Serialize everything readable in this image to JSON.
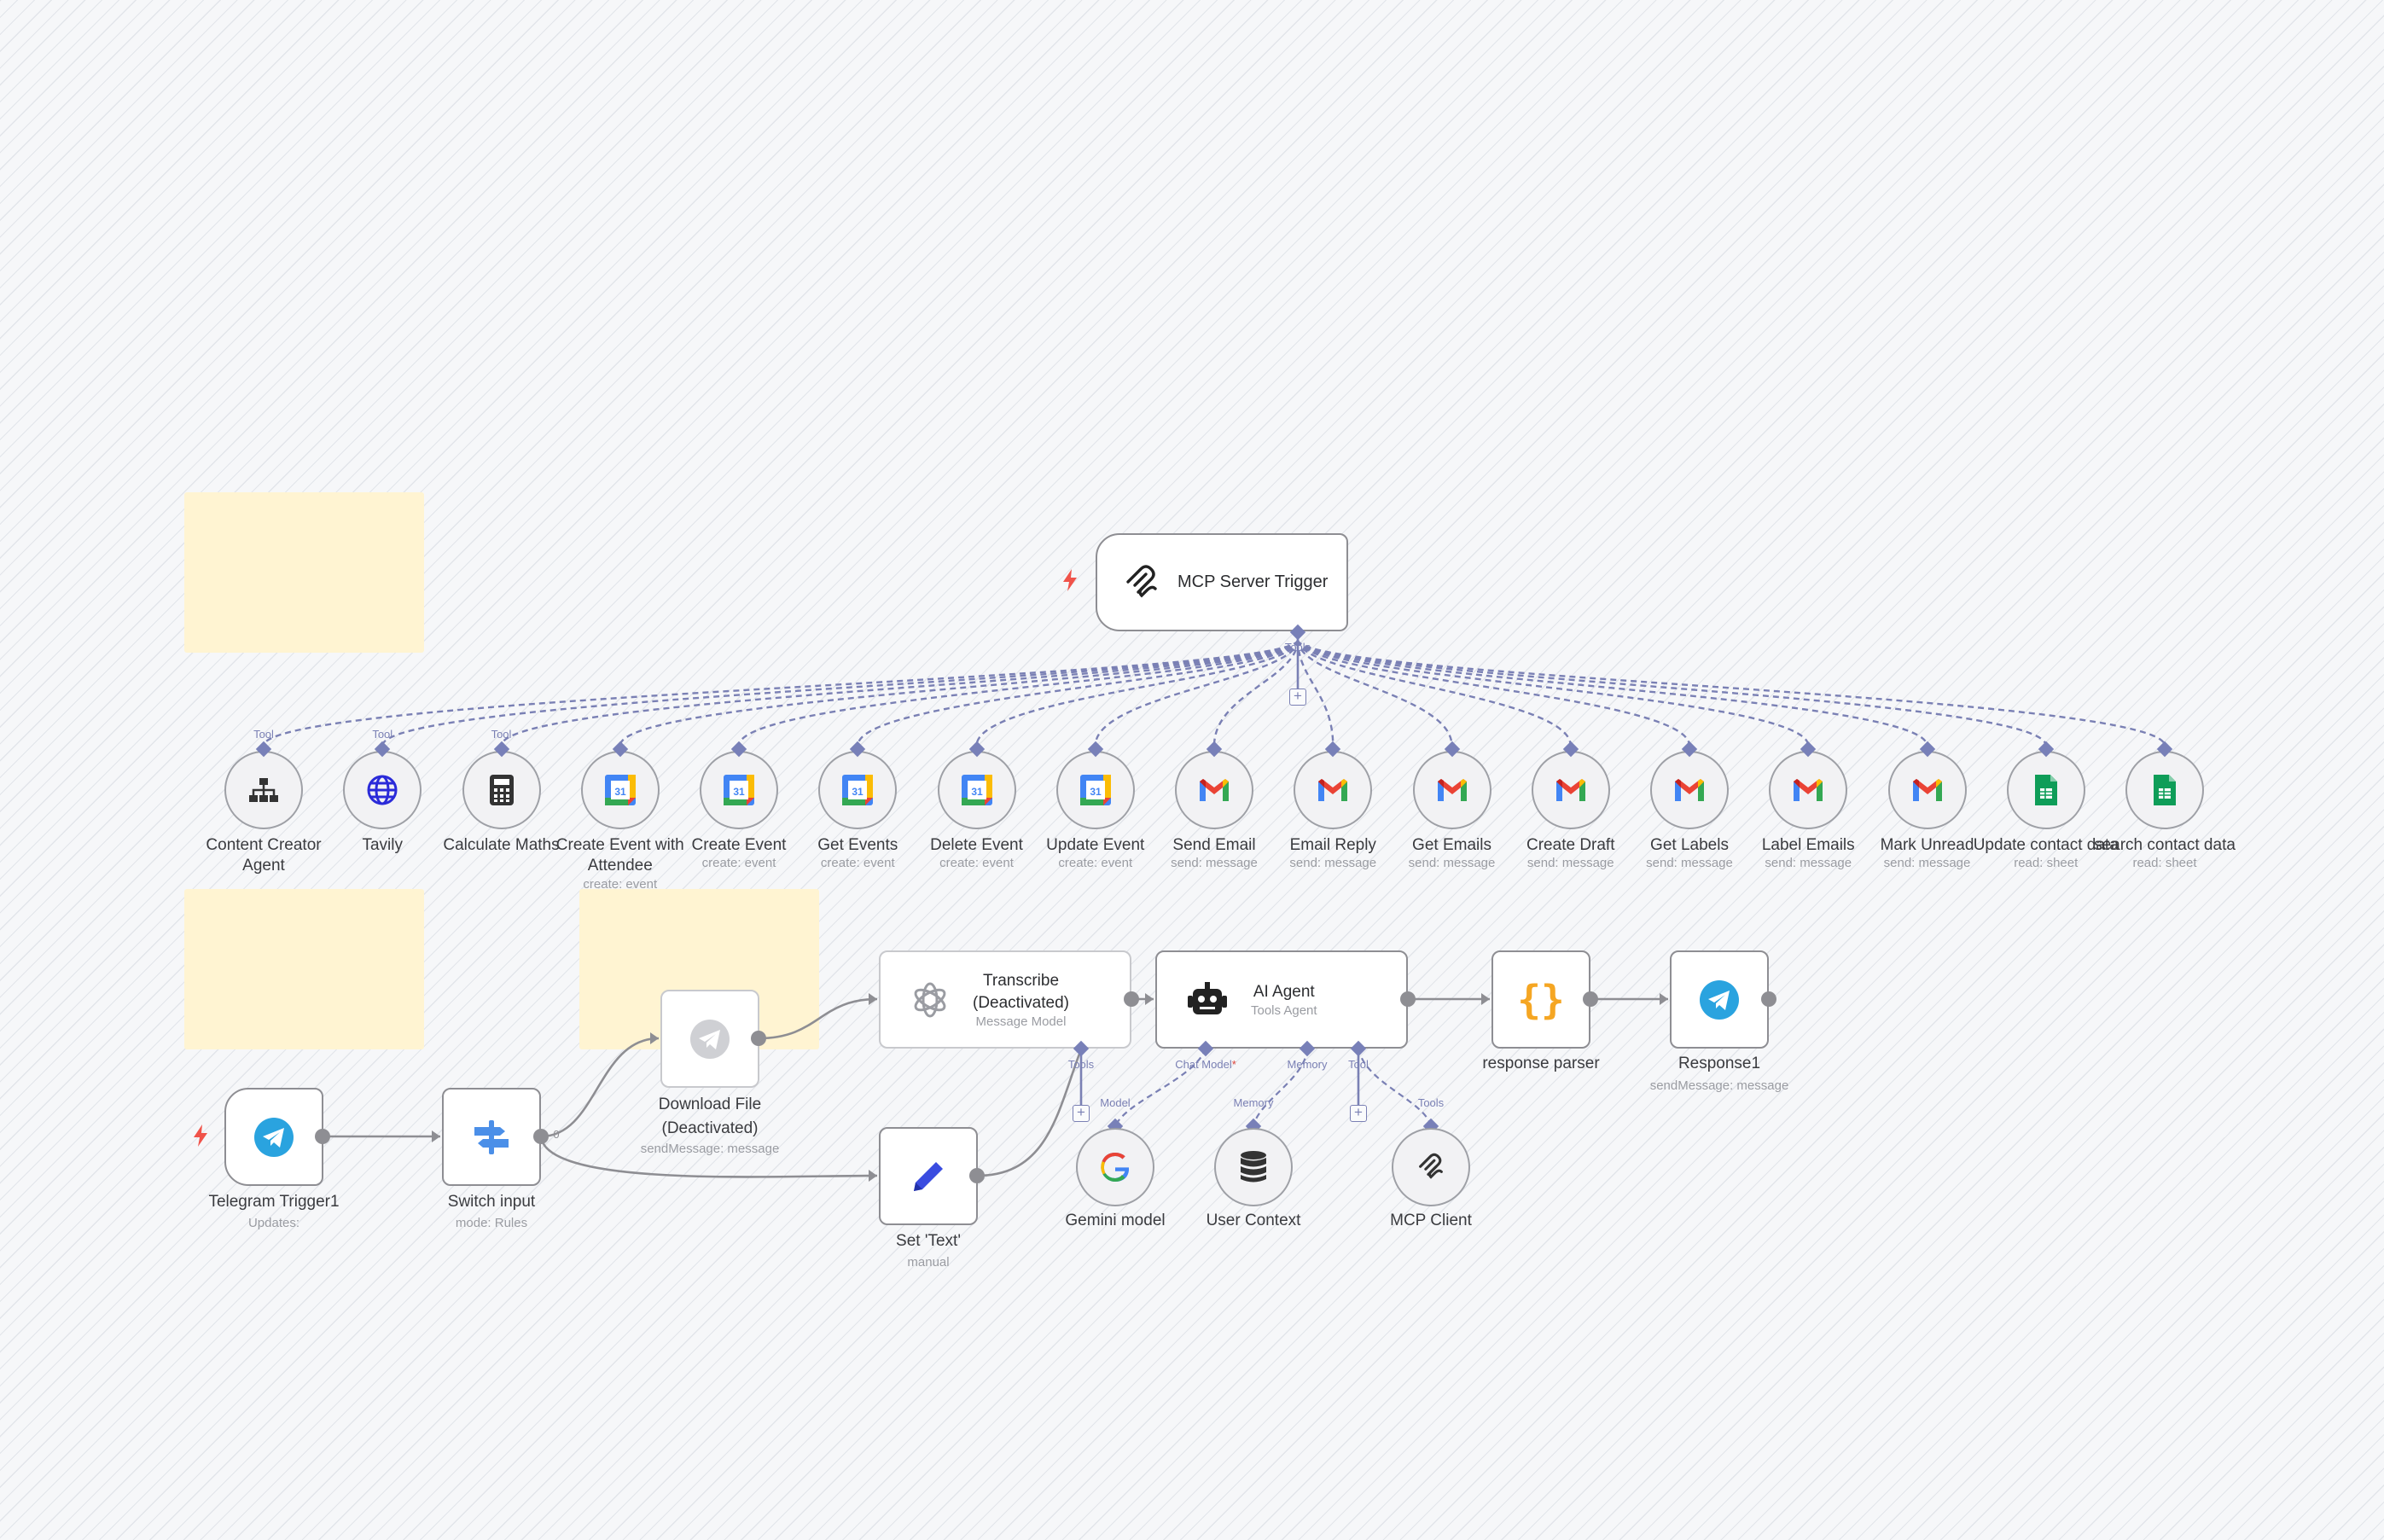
{
  "canvas": {
    "background": "#f6f7f9"
  },
  "trigger_node": {
    "title": "MCP Server Trigger",
    "connector_label": "Tools"
  },
  "tools": [
    {
      "name": "Content Creator Agent",
      "name_line2": "Agent",
      "name_line1": "Content Creator",
      "sub": "",
      "icon": "hierarchy-icon",
      "connector": "Tool"
    },
    {
      "name": "Tavily",
      "sub": "",
      "icon": "globe-icon",
      "connector": "Tool"
    },
    {
      "name": "Calculate Maths",
      "sub": "",
      "icon": "calculator-icon",
      "connector": "Tool"
    },
    {
      "name_line1": "Create Event with",
      "name_line2": "Attendee",
      "sub": "create: event",
      "icon": "google-calendar-icon"
    },
    {
      "name": "Create Event",
      "sub": "create: event",
      "icon": "google-calendar-icon"
    },
    {
      "name": "Get Events",
      "sub": "create: event",
      "icon": "google-calendar-icon"
    },
    {
      "name": "Delete Event",
      "sub": "create: event",
      "icon": "google-calendar-icon"
    },
    {
      "name": "Update Event",
      "sub": "create: event",
      "icon": "google-calendar-icon"
    },
    {
      "name": "Send Email",
      "sub": "send: message",
      "icon": "gmail-icon"
    },
    {
      "name": "Email Reply",
      "sub": "send: message",
      "icon": "gmail-icon"
    },
    {
      "name": "Get Emails",
      "sub": "send: message",
      "icon": "gmail-icon"
    },
    {
      "name": "Create Draft",
      "sub": "send: message",
      "icon": "gmail-icon"
    },
    {
      "name": "Get Labels",
      "sub": "send: message",
      "icon": "gmail-icon"
    },
    {
      "name": "Label Emails",
      "sub": "send: message",
      "icon": "gmail-icon"
    },
    {
      "name": "Mark Unread",
      "sub": "send: message",
      "icon": "gmail-icon"
    },
    {
      "name": "Update contact data",
      "sub": "read: sheet",
      "icon": "google-sheets-icon"
    },
    {
      "name": "search contact data",
      "sub": "read: sheet",
      "icon": "google-sheets-icon"
    }
  ],
  "flow": {
    "telegram_trigger": {
      "title": "Telegram Trigger1",
      "sub": "Updates:"
    },
    "switch": {
      "title": "Switch input",
      "sub": "mode: Rules",
      "output0": "0"
    },
    "download": {
      "title_line1": "Download File",
      "title_line2": "(Deactivated)",
      "sub": "sendMessage: message"
    },
    "transcribe": {
      "title_line1": "Transcribe",
      "title_line2": "(Deactivated)",
      "sub": "Message Model",
      "connector": "Tools"
    },
    "set_text": {
      "title": "Set 'Text'",
      "sub": "manual"
    },
    "ai_agent": {
      "title": "AI Agent",
      "sub": "Tools Agent",
      "conn_chat": "Chat Model",
      "conn_chat_req": "*",
      "conn_memory": "Memory",
      "conn_tool": "Tool"
    },
    "response_parser": {
      "title": "response parser",
      "glyph": "{}"
    },
    "response": {
      "title": "Response1",
      "sub": "sendMessage: message"
    },
    "gemini": {
      "title": "Gemini model",
      "connector": "Model"
    },
    "user_context": {
      "title": "User Context",
      "connector": "Memory"
    },
    "mcp_client": {
      "title": "MCP Client",
      "connector": "Tools"
    }
  },
  "colors": {
    "edge": "#8e8e93",
    "connector": "#7a80b4",
    "trigger_bolt": "#f0534a",
    "telegram": "#2aa3df",
    "sticky": "#fff4d2"
  }
}
